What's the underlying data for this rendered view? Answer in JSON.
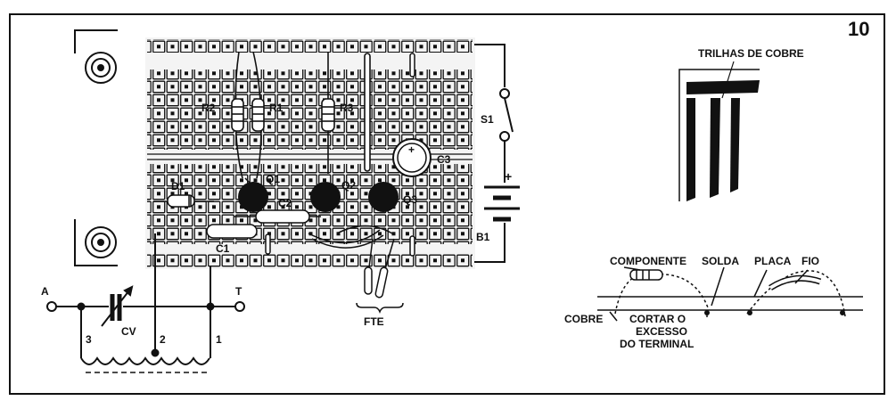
{
  "figure": {
    "number": "10"
  },
  "breadboard": {
    "labels": {
      "r1": "R1",
      "r2": "R2",
      "r3": "R3",
      "q1": "Q1",
      "q2": "Q2",
      "q3": "Q3",
      "c1": "C1",
      "c2": "C2",
      "c3": "C3",
      "d1": "D1",
      "s1": "S1",
      "b1": "B1",
      "fte": "FTE",
      "plus": "+"
    }
  },
  "coil_circuit": {
    "labels": {
      "a": "A",
      "t": "T",
      "cv": "CV",
      "tap1": "1",
      "tap2": "2",
      "tap3": "3"
    }
  },
  "copper_tracks": {
    "title": "TRILHAS DE COBRE"
  },
  "solder_detail": {
    "labels": {
      "componente": "COMPONENTE",
      "solda": "SOLDA",
      "placa": "PLACA",
      "fio": "FIO",
      "cobre": "COBRE",
      "cortar_1": "CORTAR O",
      "cortar_2": "EXCESSO",
      "cortar_3": "DO TERMINAL"
    }
  },
  "colors": {
    "ink": "#111111",
    "paper": "#ffffff",
    "board": "#e9e9e9"
  }
}
